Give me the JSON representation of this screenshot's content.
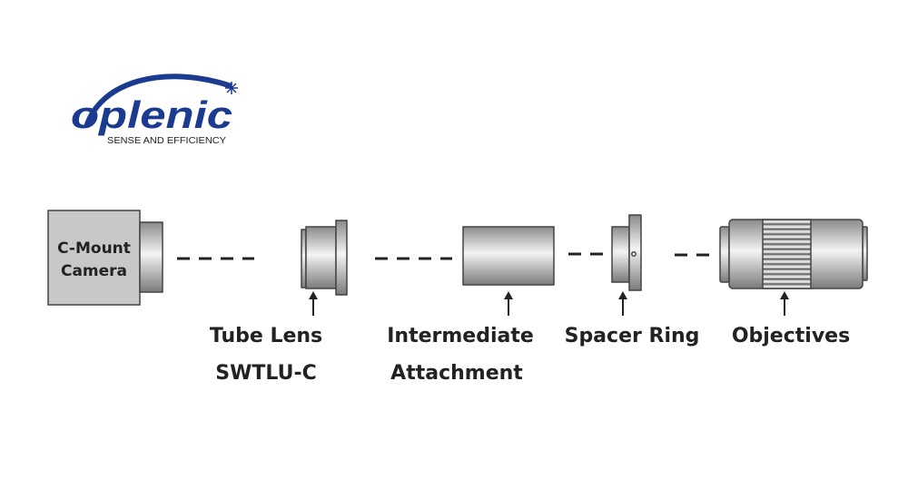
{
  "logo": {
    "name": "oplenic",
    "tagline": "SENSE AND EFFICIENCY",
    "color": "#1a3b8f"
  },
  "camera": {
    "line1": "C-Mount",
    "line2": "Camera"
  },
  "labels": {
    "tube_lens": {
      "line1": "Tube Lens",
      "line2": "SWTLU-C"
    },
    "intermediate": {
      "line1": "Intermediate",
      "line2": "Attachment"
    },
    "spacer": "Spacer Ring",
    "objectives": "Objectives"
  }
}
